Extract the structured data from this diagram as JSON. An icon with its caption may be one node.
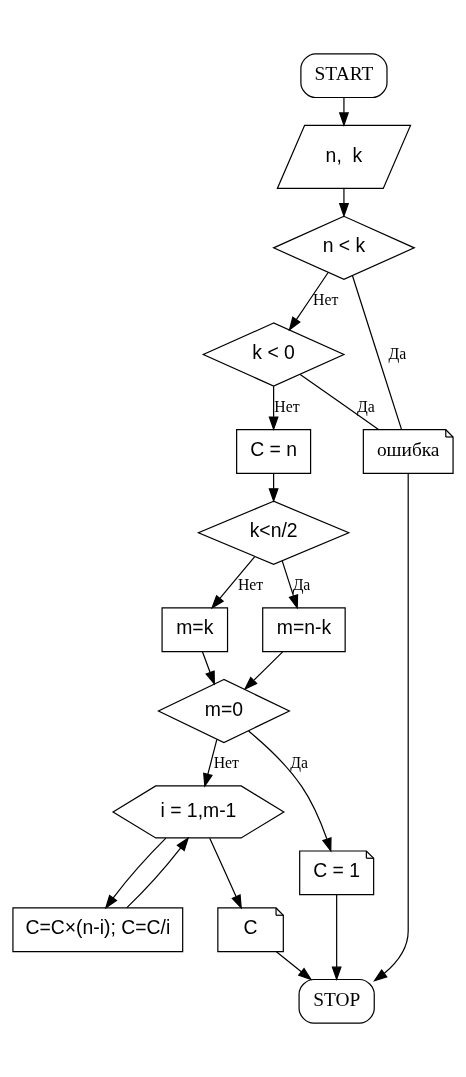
{
  "diagram": {
    "nodes": [
      {
        "text": [
          "START"
        ]
      },
      {
        "text": [
          "n,  k"
        ]
      },
      {
        "text": [
          "n < k"
        ]
      },
      {
        "text": [
          "k < 0"
        ]
      },
      {
        "text": [
          "C = n"
        ]
      },
      {
        "text": [
          "k<n/2"
        ]
      },
      {
        "text": [
          "m=k"
        ]
      },
      {
        "text": [
          "m=n-k"
        ]
      },
      {
        "text": [
          "m=0"
        ]
      },
      {
        "text": [
          "i = 1,m-1"
        ]
      },
      {
        "text": [
          "C=C×(n-i); C=C/i"
        ]
      },
      {
        "text": [
          "C = 1"
        ]
      },
      {
        "text": [
          "C"
        ]
      },
      {
        "text": [
          "ошибка"
        ]
      },
      {
        "text": [
          "STOP"
        ]
      }
    ],
    "edges": [
      {
        "from": 0,
        "to": 1,
        "arrow": "to"
      },
      {
        "from": 1,
        "to": 2,
        "arrow": "to"
      },
      {
        "from": 2,
        "to": 3,
        "arrow": "to",
        "label": "Нет"
      },
      {
        "from": 2,
        "to": 13,
        "arrow": "none",
        "label": "Да"
      },
      {
        "from": 3,
        "to": 13,
        "arrow": "none",
        "label": "Да"
      },
      {
        "from": 3,
        "to": 4,
        "arrow": "to",
        "label": "Нет"
      },
      {
        "from": 4,
        "to": 5,
        "arrow": "to"
      },
      {
        "from": 5,
        "to": 6,
        "arrow": "to",
        "label": "Нет"
      },
      {
        "from": 5,
        "to": 7,
        "arrow": "to",
        "label": "Да"
      },
      {
        "from": 6,
        "to": 8,
        "arrow": "to"
      },
      {
        "from": 7,
        "to": 8,
        "arrow": "to"
      },
      {
        "from": 8,
        "to": 11,
        "arrow": "to",
        "label": "Да"
      },
      {
        "from": 8,
        "to": 9,
        "arrow": "to",
        "label": "Нет"
      },
      {
        "from": 9,
        "to": 10,
        "arrow": "to"
      },
      {
        "from": 10,
        "to": 9,
        "arrow": "to"
      },
      {
        "from": 9,
        "to": 12,
        "arrow": "to"
      },
      {
        "from": 11,
        "to": 14,
        "arrow": "to"
      },
      {
        "from": 12,
        "to": 14,
        "arrow": "to"
      },
      {
        "from": 13,
        "to": 14,
        "arrow": "to"
      }
    ]
  }
}
